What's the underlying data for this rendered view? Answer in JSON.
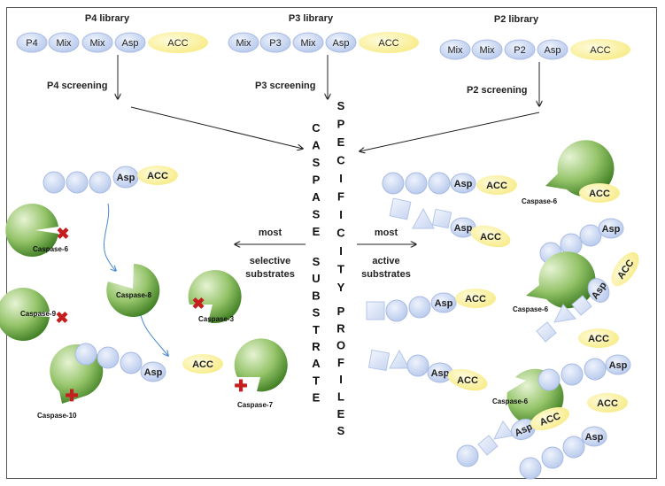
{
  "libraries": [
    {
      "title": "P4 library",
      "residues": [
        "P4",
        "Mix",
        "Mix",
        "Asp"
      ],
      "fluorophore": "ACC",
      "screening": "P4 screening"
    },
    {
      "title": "P3 library",
      "residues": [
        "Mix",
        "P3",
        "Mix",
        "Asp"
      ],
      "fluorophore": "ACC",
      "screening": "P3 screening"
    },
    {
      "title": "P2 library",
      "residues": [
        "Mix",
        "Mix",
        "P2",
        "Asp"
      ],
      "fluorophore": "ACC",
      "screening": "P2 screening"
    }
  ],
  "center": {
    "word1": "CASPASE",
    "word2": "SUBSTRATE",
    "word3": "SPECIFICITY",
    "word4": "PROFILES"
  },
  "left_arrow": {
    "label1": "most",
    "label2": "selective",
    "label3": "substrates"
  },
  "right_arrow": {
    "label1": "most",
    "label2": "active",
    "label3": "substrates"
  },
  "residue": {
    "asp": "Asp",
    "acc": "ACC"
  },
  "left_caspases": [
    "Caspase-6",
    "Caspase-8",
    "Caspase-3",
    "Caspase-9",
    "Caspase-10",
    "Caspase-7"
  ],
  "right_caspase": "Caspase-6",
  "colors": {
    "bead": "#c7d4ef",
    "bead_stroke": "#a9bbe3",
    "acc": "#fbf19c",
    "enzyme_light": "#c5e0a8",
    "enzyme_dark": "#4f8f2c",
    "cross": "#c41e1e",
    "border": "#555555"
  }
}
